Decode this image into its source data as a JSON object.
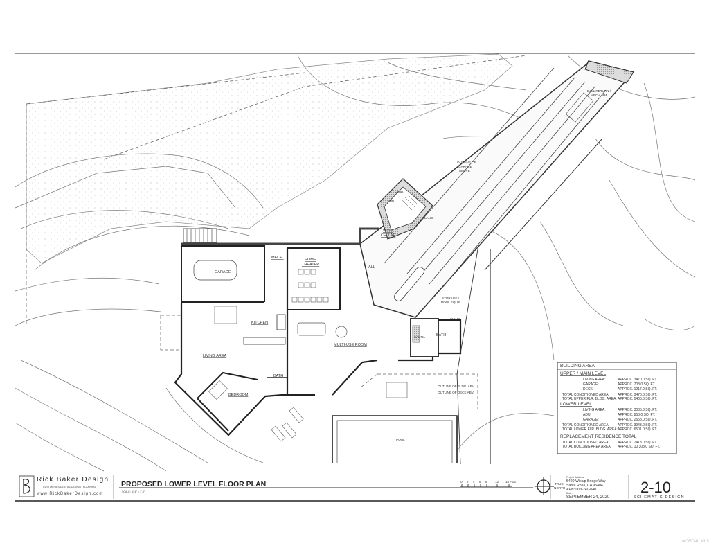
{
  "plan": {
    "rooms": {
      "garage": "GARAGE",
      "mech": "MECH.",
      "home_theater_1": "HOME",
      "home_theater_2": "THEATER",
      "hall": "HALL",
      "wine_1": "WINE",
      "wine_2": "CELLAR",
      "land_1": "LAND.",
      "land_2": "LAND.",
      "land_3": "LAND.",
      "kitchen": "KITCHEN",
      "living": "LIVING AREA",
      "bedroom": "BEDROOM",
      "bath_1": "BATH",
      "multi_use": "MULTI-USE ROOM",
      "storage_1": "STORAGE /",
      "storage_2": "POOL EQUIP",
      "sauna": "SAUNA",
      "bath_2": "BATH",
      "shwr": "SHWR",
      "ball_return_1": "BALL RETURN /",
      "ball_return_2": "MECH. RM.",
      "garage_above_1": "OUTLINE OF",
      "garage_above_2": "GARAGE",
      "garage_above_3": "ABOVE",
      "outline_bldg": "OUTLINE OF BLDG. ABV.",
      "outline_deck": "OUTLINE OF DECK ABV.",
      "pool": "POOL"
    }
  },
  "building_area": {
    "title": "BUILDING AREA",
    "upper_heading": "UPPER / MAIN LEVEL",
    "upper": [
      {
        "label": "LIVING AREA:",
        "value": "APPROX. 3470.0 SQ. FT."
      },
      {
        "label": "GARAGE:",
        "value": "APPROX. 708.0 SQ. FT."
      },
      {
        "label": "DECK:",
        "value": "APPROX. 1217.0 SQ. FT."
      }
    ],
    "upper_totals": [
      {
        "label": "TOTAL CONDITIONED AREA:",
        "value": "APPROX. 3470.0 SQ. FT."
      },
      {
        "label": "TOTAL UPPER FLR. BLDG. AREA:",
        "value": "APPROX. 5405.0 SQ. FT."
      }
    ],
    "lower_heading": "LOWER LEVEL",
    "lower": [
      {
        "label": "LIVING AREA:",
        "value": "APPROX. 3085.0 SQ. FT."
      },
      {
        "label": "ADU:",
        "value": "APPROX. 858.0 SQ. FT."
      },
      {
        "label": "GARAGE:",
        "value": "APPROX. 2558.0 SQ. FT."
      }
    ],
    "lower_totals": [
      {
        "label": "TOTAL CONDITIONED AREA:",
        "value": "APPROX. 3943.0 SQ. FT."
      },
      {
        "label": "TOTAL LOWER FLR. BLDG. AREA:",
        "value": "APPROX. 6501.0 SQ. FT."
      }
    ],
    "total_heading": "REPLACEMENT RESIDENCE TOTAL",
    "totals": [
      {
        "label": "TOTAL CONDITIONED AREA:",
        "value": "APPROX. 7413.0 SQ. FT."
      },
      {
        "label": "TOTAL BUILDING AREA AREA:",
        "value": "APPROX. 10,303.0 SQ. FT."
      }
    ]
  },
  "title_block": {
    "firm": "Rick Baker Design",
    "tagline": "CUSTOM RESIDENTIAL DESIGN · PLANNING",
    "website": "www.RickBakerDesign.com",
    "sheet_title": "PROPOSED LOWER LEVEL FLOOR PLAN",
    "scale": "SCALE: 3/16\" = 1'-0\"",
    "scale_ticks": [
      "0",
      "2",
      "4",
      "6",
      "8",
      "12",
      "16 FEET"
    ],
    "north_label_1": "TRUE",
    "north_label_2": "NORTH",
    "address_label": "Project Address:",
    "address_1": "5420 Wikiup Bridge Way",
    "address_2": "Santa Rosa, CA 95404",
    "apn": "APN: 003-240-040",
    "date_label": "Date:",
    "date": "SEPTEMBER 24, 2020",
    "sheet_number": "2-10",
    "phase": "SCHEMATIC DESIGN"
  },
  "watermark": "NORCAL MLS"
}
